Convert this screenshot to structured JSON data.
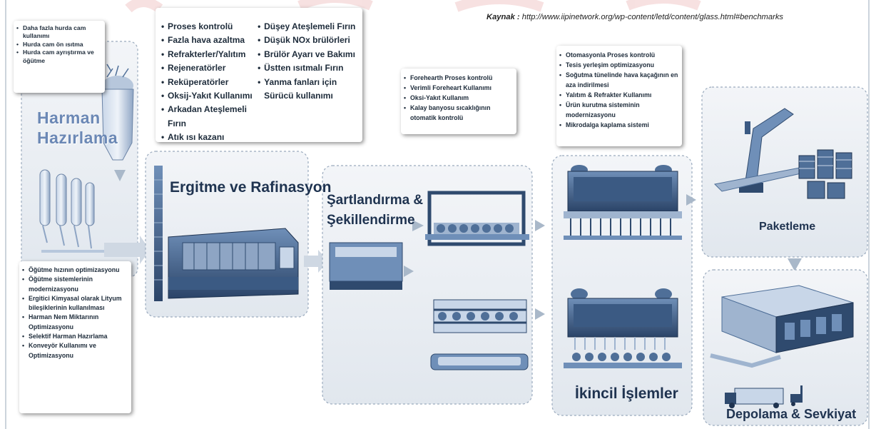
{
  "source": {
    "label": "Kaynak :",
    "url": "http://www.iipinetwork.org/wp-content/letd/content/glass.html#benchmarks"
  },
  "stages": {
    "harman": "Harman\nHazırlama",
    "ergitme": "Ergitme ve Rafinasyon",
    "sart": "Şartlandırma &\nŞekillendirme",
    "ikincil": "İkincil İşlemler",
    "paketleme": "Paketleme",
    "depolama": "Depolama & Sevkiyat"
  },
  "callouts": {
    "harman_top": [
      "Daha fazla hurda cam kullanımı",
      "Hurda cam ön ısıtma",
      "Hurda cam ayrıştırma ve öğütme"
    ],
    "ergitme_col1": [
      "Proses kontrolü",
      "Fazla hava azaltma",
      "Refrakterler/Yalıtım",
      "Rejeneratörler",
      "Reküperatörler",
      "Oksij-Yakıt Kullanımı",
      "Arkadan Ateşlemeli Fırın",
      "Atık ısı kazanı"
    ],
    "ergitme_col2": [
      "Düşey Ateşlemeli Fırın",
      "Düşük NOx brülörleri",
      "Brülör Ayarı ve Bakımı",
      "Üstten ısıtmalı Fırın",
      "Yanma fanları için"
    ],
    "ergitme_col2_cont": "Sürücü kullanımı",
    "sart": [
      "Forehearth Proses kontrolü",
      "Verimli Foreheart Kullanımı",
      "Oksi-Yakıt Kullanım",
      "Kalay banyosu sıcaklığının otomatik kontrolü"
    ],
    "ikincil": [
      "Otomasyonla Proses kontrolü",
      "Tesis yerleşim optimizasyonu",
      "Soğutma tünelinde hava kaçağının en aza indirilmesi",
      "Yalıtım & Refrakter Kullanımı",
      "Ürün kurutma sisteminin modernizasyonu",
      "Mikrodalga kaplama sistemi"
    ],
    "ogutme": [
      "Öğütme hızının optimizasyonu",
      "Öğütme sistemlerinin modernizasyonu",
      "Ergitici Kimyasal olarak Lityum bileşiklerinin kullanılması",
      "Harman Nem Miktarının Optimizasyonu",
      "Selektif Harman Hazırlama",
      "Konveyör Kullanımı ve Optimizasyonu"
    ]
  },
  "colors": {
    "panel_bg": "#e9edf2",
    "panel_border": "#9aaabd",
    "machine_dark": "#2f4a6e",
    "machine_mid": "#4f6f98",
    "machine_light": "#9fb4cf",
    "arrow": "#a9b8c9",
    "watermark": "#e8a8a8"
  }
}
